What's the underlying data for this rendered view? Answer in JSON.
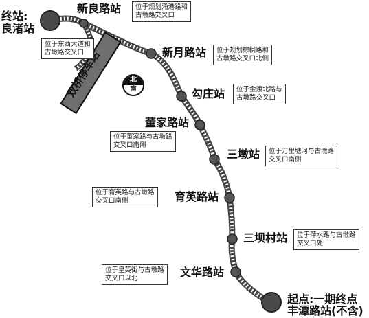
{
  "terminal": {
    "line1": "终站:",
    "line2": "良渚站"
  },
  "start": {
    "line1": "起点:一期终点",
    "line2": "丰潭路站(不含)"
  },
  "depot": "双桥停车站",
  "compass": {
    "north": "北",
    "south": "南"
  },
  "stations": [
    {
      "id": "xinliang",
      "name": "新良路站",
      "note": [
        "位于规划涌港路和",
        "古墩路交叉口"
      ]
    },
    {
      "id": "xinyue",
      "name": "新月路站",
      "note": [
        "位于规划棕榈路和",
        "古墩路交叉口北侧"
      ]
    },
    {
      "id": "goozhuang",
      "name": "勾庄站",
      "note": [
        "位于金渡北路与",
        "古墩路交叉口"
      ]
    },
    {
      "id": "dongjia",
      "name": "董家路站",
      "note": [
        "位于董家路与古墩路",
        "交叉口南侧"
      ]
    },
    {
      "id": "sandun",
      "name": "三墩站",
      "note": [
        "位于万里塘河与古墩路",
        "交叉口南侧"
      ]
    },
    {
      "id": "yuying",
      "name": "育英路站",
      "note": [
        "位于育英路与古墩路",
        "交叉口南侧"
      ]
    },
    {
      "id": "sanbacun",
      "name": "三坝村站",
      "note": [
        "位于萍水路与古墩路",
        "交叉口处"
      ]
    },
    {
      "id": "wenhua",
      "name": "文华路站",
      "note": [
        "位于皇英街与古墩路",
        "交叉口以北"
      ]
    }
  ],
  "liangzhu_note": [
    "位于东西大道和",
    "古墩路交叉口"
  ],
  "colors": {
    "track": "#444444",
    "station_dot": "#555555",
    "terminal_fill": "#4a4a4a"
  }
}
